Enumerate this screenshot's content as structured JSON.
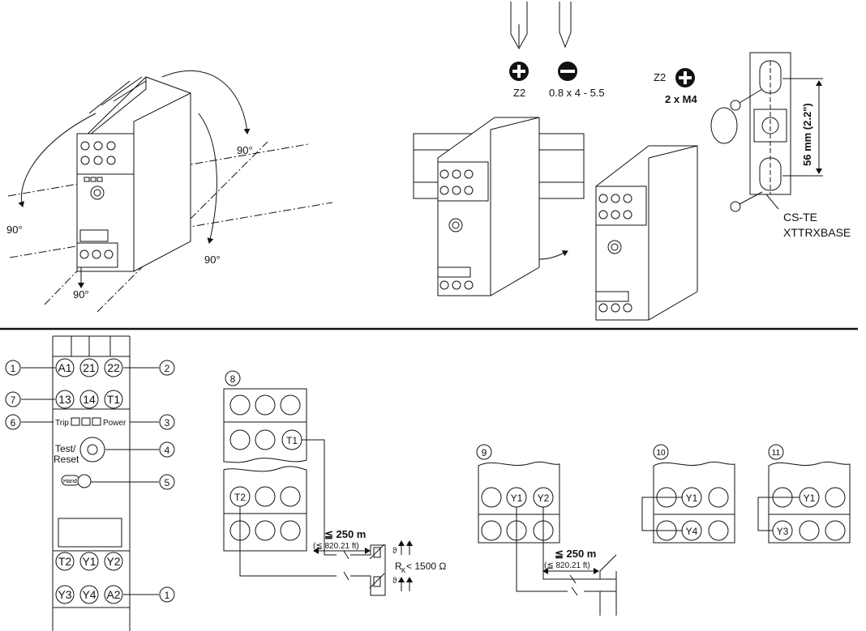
{
  "installation": {
    "angle_labels": [
      "90°",
      "90°",
      "90°",
      "90°"
    ],
    "tool_screw": {
      "label": "Z2",
      "icon": "pozidriv-icon"
    },
    "tool_slot": {
      "label": "0.8 x 4 - 5.5",
      "icon": "slotted-icon"
    },
    "screw_mount": {
      "tool": "Z2",
      "screws": "2 x M4",
      "dimension": "56 mm (2.2\")",
      "part_name": "CS-TE",
      "part_code": "XTTRXBASE"
    }
  },
  "front_panel": {
    "top_row_1": [
      "A1",
      "21",
      "22"
    ],
    "top_row_2": [
      "13",
      "14",
      "T1"
    ],
    "trip_label": "Trip",
    "power_label": "Power",
    "test_reset_label_1": "Test/",
    "test_reset_label_2": "Reset",
    "hand_label": "Hand",
    "bottom_row_1": [
      "T2",
      "Y1",
      "Y2"
    ],
    "bottom_row_2": [
      "Y3",
      "Y4",
      "A2"
    ],
    "callouts": [
      "1",
      "2",
      "7",
      "3",
      "6",
      "4",
      "5",
      "1"
    ]
  },
  "diagram8": {
    "number": "8",
    "top_terminal": "T1",
    "bottom_terminal": "T2",
    "distance": "≦ 250 m",
    "distance_ft": "(≦ 820.21 ft)",
    "resistance_r": "R",
    "resistance_sub": "K",
    "resistance_val": " < 1500 Ω",
    "theta1": "ϑ",
    "theta2": "ϑ"
  },
  "diagram9": {
    "number": "9",
    "terminals": [
      "Y1",
      "Y2"
    ],
    "distance": "≦ 250 m",
    "distance_ft": "(≦ 820.21 ft)"
  },
  "diagram10": {
    "number": "10",
    "terminals": [
      "Y1",
      "Y4"
    ]
  },
  "diagram11": {
    "number": "11",
    "terminals": [
      "Y1",
      "Y3"
    ]
  }
}
